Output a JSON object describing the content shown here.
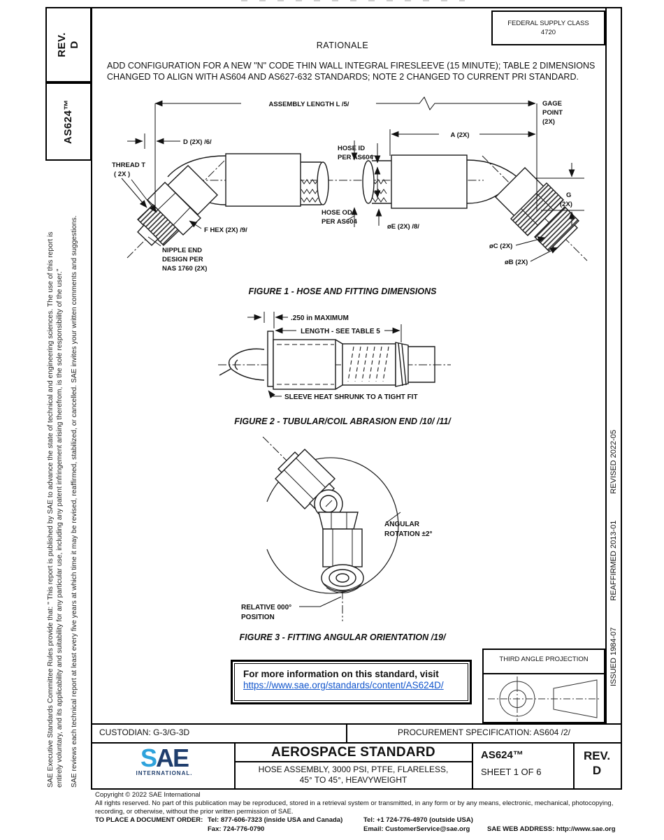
{
  "header": {
    "federal_supply": [
      "FEDERAL SUPPLY CLASS",
      "4720"
    ],
    "rationale_title": "RATIONALE",
    "rationale_body": [
      "ADD CONFIGURATION FOR A NEW \"N\" CODE THIN WALL INTEGRAL FIRESLEEVE (15 MINUTE); TABLE 2 DIMENSIONS",
      "CHANGED TO ALIGN WITH AS604 AND AS627-632 STANDARDS; NOTE 2 CHANGED TO CURRENT PRI STANDARD."
    ]
  },
  "left_sidebar": {
    "rev": [
      "REV.",
      "D"
    ],
    "doc": "AS624™",
    "disclaimer1": [
      "SAE Executive Standards Committee Rules provide that: \" This report is published by SAE to advance the state of technical and engineering sciences. The use of this report is",
      "entirely voluntary, and its applicability and suitability for any particular use, including any patent infringement arising therefrom, is the sole responsibility of the user.\""
    ],
    "disclaimer2": "SAE reviews each technical report at least every five years at which time it may be revised, reaffirmed, stabilized, or cancelled. SAE invites your written comments and suggestions."
  },
  "right_sidebar": {
    "issued": "ISSUED 1984-07",
    "reaffirmed": "REAFFIRMED 2013-01",
    "revised": "REVISED 2022-05"
  },
  "figure1": {
    "caption": "FIGURE 1 - HOSE AND FITTING DIMENSIONS",
    "labels": {
      "assembly": "ASSEMBLY LENGTH L  /5/",
      "gage": [
        "GAGE",
        "POINT",
        "(2X)"
      ],
      "d": "D (2X) /6/",
      "a": "A (2X)",
      "thread": [
        "THREAD T",
        "( 2X )"
      ],
      "hose_id": [
        "HOSE ID",
        "PER AS604"
      ],
      "hose_od": [
        "HOSE OD",
        "PER AS604"
      ],
      "f_hex": "F HEX (2X) /9/",
      "nipple": [
        "NIPPLE END",
        "DESIGN PER",
        "NAS 1760 (2X)"
      ],
      "oe": "øE (2X) /8/",
      "g": [
        "G",
        "(2X)"
      ],
      "oc": "øC (2X)",
      "ob": "øB (2X)"
    }
  },
  "figure2": {
    "caption": "FIGURE 2 - TUBULAR/COIL ABRASION END /10/ /11/",
    "labels": {
      "max": ".250 in MAXIMUM",
      "length": "LENGTH - SEE TABLE 5",
      "sleeve": "SLEEVE HEAT SHRUNK TO A TIGHT FIT"
    }
  },
  "figure3": {
    "caption": "FIGURE 3 - FITTING ANGULAR ORIENTATION /19/",
    "labels": {
      "angular": [
        "ANGULAR",
        "ROTATION ±2°"
      ],
      "relative": [
        "RELATIVE 000°",
        "POSITION"
      ]
    }
  },
  "info_box": {
    "text": "For more information on this standard, visit",
    "link": "https://www.sae.org/standards/content/AS624D/"
  },
  "projection": {
    "title": "THIRD ANGLE PROJECTION"
  },
  "title_block": {
    "custodian": "CUSTODIAN: G-3/G-3D",
    "procurement": "PROCUREMENT SPECIFICATION: AS604 /2/",
    "standard_type": "AEROSPACE STANDARD",
    "subtitle": [
      "HOSE ASSEMBLY, 3000 PSI, PTFE, FLARELESS,",
      "45° TO 45°, HEAVYWEIGHT"
    ],
    "doc_number": "AS624™",
    "sheet": "SHEET 1 OF 6",
    "rev": [
      "REV.",
      "D"
    ],
    "logo": {
      "s": "S",
      "a": "A",
      "e": "E",
      "sub": "INTERNATIONAL."
    }
  },
  "colors": {
    "link": "#1155CC",
    "logo_light": "#2FA3DC",
    "logo_dark": "#1F3E6D"
  },
  "copyright": {
    "lines": [
      "Copyright © 2022 SAE International",
      "All rights reserved. No part of this publication may be reproduced, stored in a retrieval system or transmitted, in any form or by any means, electronic, mechanical, photocopying,",
      "recording, or otherwise, without the prior written permission of SAE."
    ],
    "order_label": "TO PLACE A DOCUMENT ORDER:",
    "tel1": "Tel: 877-606-7323 (inside USA and Canada)",
    "tel2": "Tel: +1 724-776-4970 (outside USA)",
    "fax": "Fax: 724-776-0790",
    "email": "Email: CustomerService@sae.org",
    "web": "SAE WEB ADDRESS: http://www.sae.org"
  }
}
